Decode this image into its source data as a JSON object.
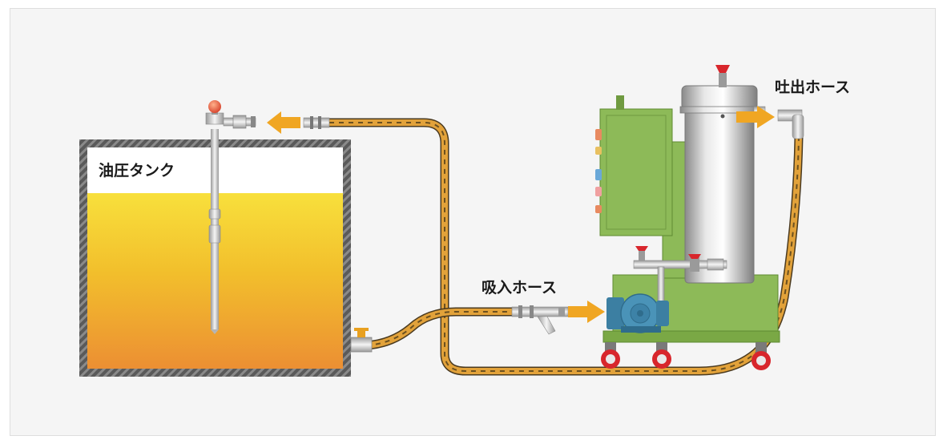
{
  "labels": {
    "tank": "油圧タンク",
    "suction_hose": "吸入ホース",
    "discharge_hose": "吐出ホース"
  },
  "colors": {
    "background": "#f5f5f5",
    "hose": "#e2a23a",
    "hose_stripe": "#4a3a20",
    "oil_top": "#f7dd3a",
    "oil_bottom": "#ec8f33",
    "tank_wall": "#5e5e5e",
    "machine_green": "#8dba58",
    "arrow": "#f0a623",
    "pump_blue": "#4a93b8",
    "wheel_red": "#d8262c"
  },
  "icons": {
    "flow_arrow": "right-arrow-icon",
    "return_arrow": "left-arrow-icon"
  }
}
